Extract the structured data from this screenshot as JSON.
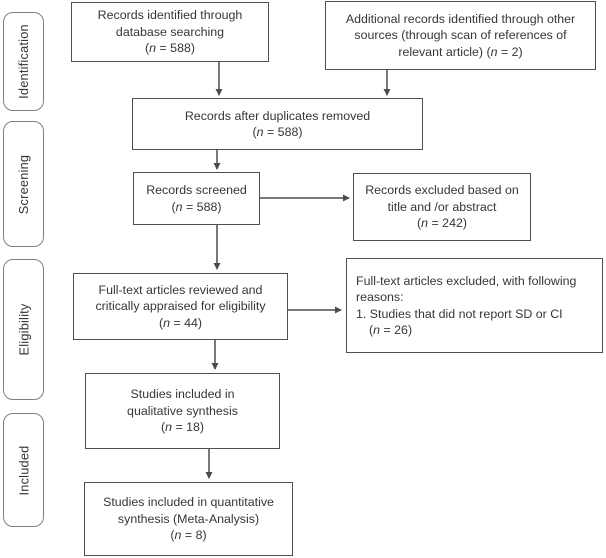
{
  "stages": [
    {
      "label": "Identification"
    },
    {
      "label": "Screening"
    },
    {
      "label": "Eligibility"
    },
    {
      "label": "Included"
    }
  ],
  "boxes": {
    "db_search": {
      "lines": [
        "Records identified through",
        "database searching",
        "(n = 588)"
      ]
    },
    "other_sources": {
      "lines": [
        "Additional records identified through other",
        "sources (through scan of references of",
        "relevant article)  (n = 2)"
      ]
    },
    "dup_removed": {
      "lines": [
        "Records after duplicates removed",
        "(n = 588)"
      ]
    },
    "screened": {
      "lines": [
        "Records screened",
        "(n = 588)"
      ]
    },
    "excluded_title_abstract": {
      "lines": [
        "Records excluded based on",
        "title and /or abstract",
        "(n = 242)"
      ]
    },
    "full_text_reviewed": {
      "lines": [
        "Full-text articles reviewed and",
        "critically appraised for eligibility",
        "(n = 44)"
      ]
    },
    "full_text_excluded": {
      "lines": [
        "Full-text articles excluded, with following",
        "reasons:",
        "1. Studies that did not report SD or CI",
        "(n = 26)"
      ],
      "indent_lines": [
        3
      ]
    },
    "qualitative": {
      "lines": [
        "Studies included in",
        "qualitative synthesis",
        "(n = 18)"
      ]
    },
    "quantitative": {
      "lines": [
        "Studies included in quantitative",
        "synthesis (Meta-Analysis)",
        "(n = 8)"
      ]
    }
  },
  "counts": {
    "identified_database": 588,
    "identified_other": 2,
    "after_duplicates": 588,
    "screened": 588,
    "excluded_title_abstract": 242,
    "full_text_assessed": 44,
    "full_text_excluded_no_sd_ci": 26,
    "qualitative_synthesis": 18,
    "quantitative_synthesis": 8
  },
  "colors": {
    "box_border": "#4f4f4f",
    "stage_border": "#808080",
    "text": "#363636",
    "arrow": "#4c4c4c",
    "background": "#ffffff"
  }
}
